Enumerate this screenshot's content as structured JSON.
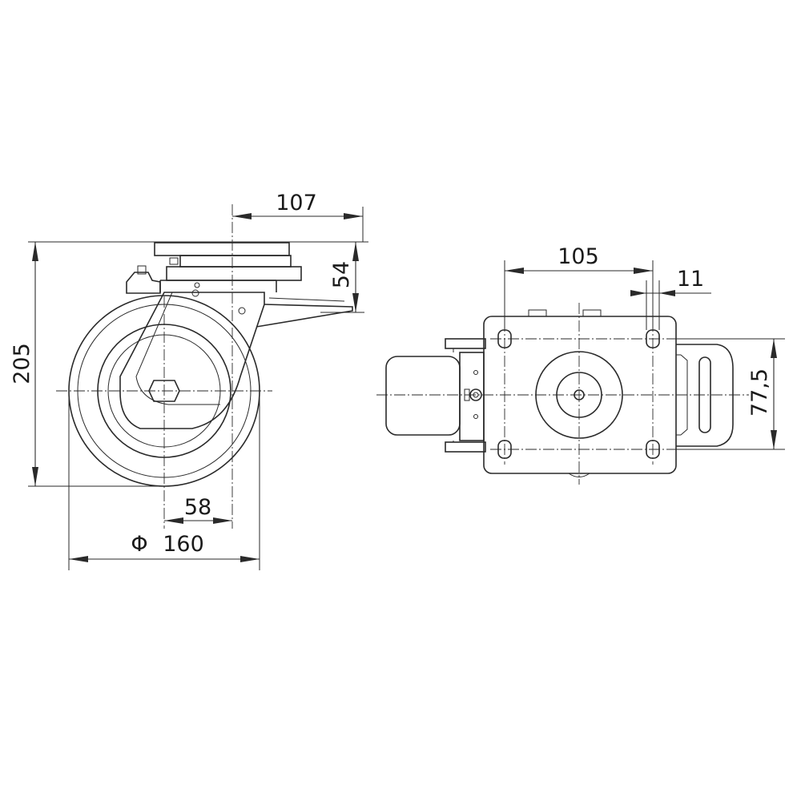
{
  "dimensions": {
    "top_width": "107",
    "plate_height": "54",
    "overall_height": "205",
    "offset": "58",
    "diameter_symbol": "Φ",
    "wheel_diameter": "160",
    "hole_spacing_x": "105",
    "hole_diameter": "11",
    "hole_spacing_y": "77,5"
  },
  "colors": {
    "line": "#2a2a2a",
    "background": "#ffffff"
  }
}
